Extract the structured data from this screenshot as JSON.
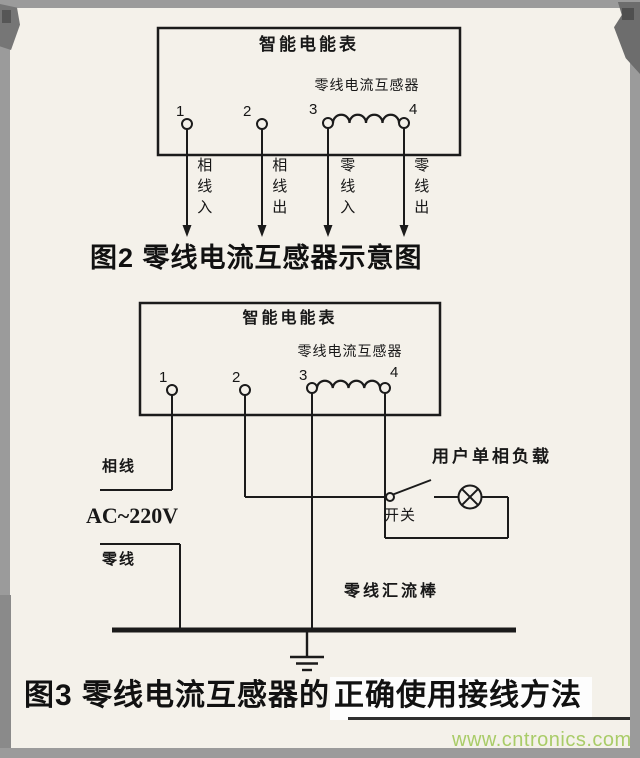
{
  "page": {
    "watermark": "www.cntronics.com",
    "colors": {
      "watermark": "#a3c95e",
      "paper": "#f4f1ea",
      "ink": "#1b1b1b",
      "frame": "#9b9b9b"
    }
  },
  "figure2": {
    "meter_label": "智能电能表",
    "transformer_label": "零线电流互感器",
    "terminals": [
      "1",
      "2",
      "3",
      "4"
    ],
    "wire_labels": [
      "相线入",
      "相线出",
      "零线入",
      "零线出"
    ],
    "caption": "图2 零线电流互感器示意图"
  },
  "figure3": {
    "meter_label": "智能电能表",
    "transformer_label": "零线电流互感器",
    "terminals": [
      "1",
      "2",
      "3",
      "4"
    ],
    "phase_label": "相线",
    "voltage_label": "AC~220V",
    "neutral_label": "零线",
    "load_label": "用户单相负载",
    "switch_label": "开关",
    "busbar_label": "零线汇流棒",
    "caption_part1": "图3 零线电流互感器的",
    "caption_part2": "正确使用接线方法"
  }
}
